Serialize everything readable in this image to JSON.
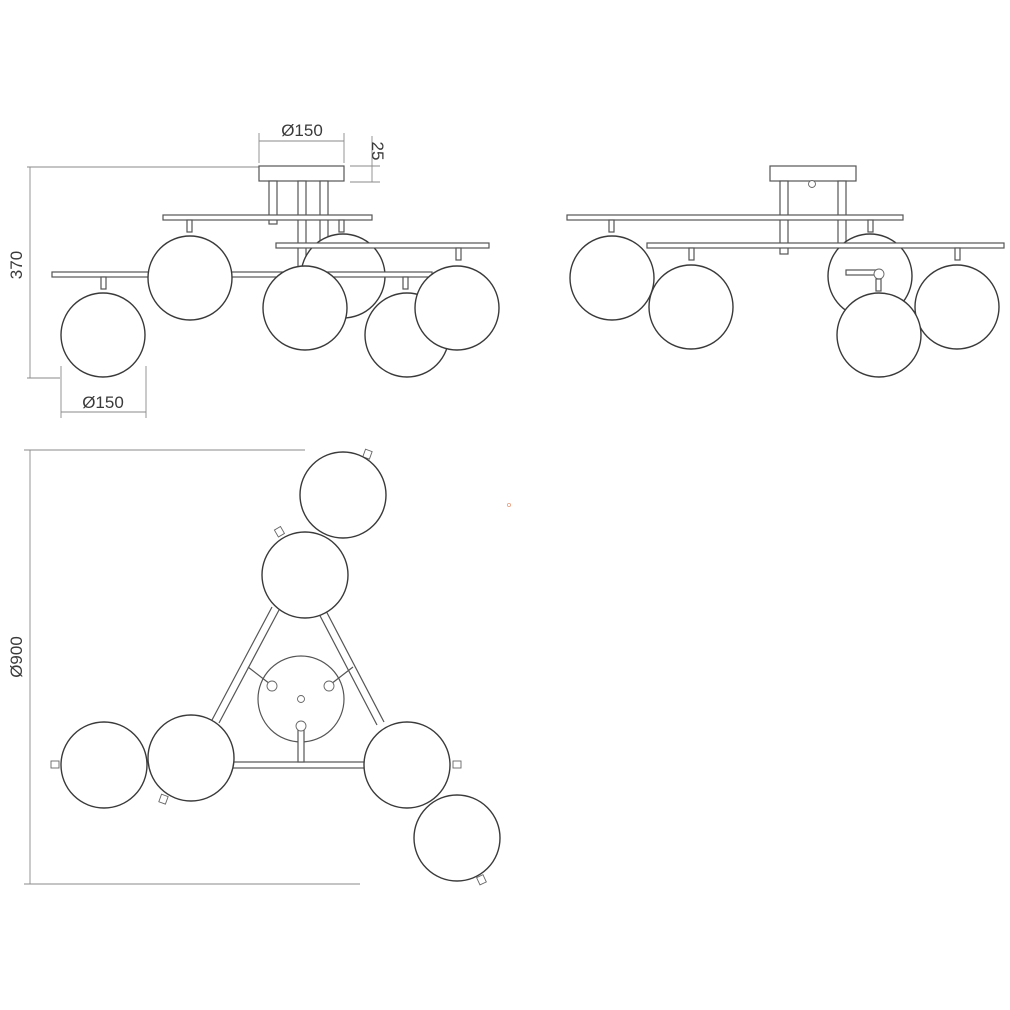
{
  "dimensions": {
    "side_top_diameter": "Ø150",
    "canopy_height": "25",
    "overall_height": "370",
    "globe_diameter": "Ø150",
    "overall_diameter": "Ø900"
  },
  "colors": {
    "line": "#555555",
    "globe_outline": "#3a3a3a",
    "dimension_line": "#8a8a8a",
    "text": "#3a3a3a",
    "marker": "#e8a080"
  }
}
